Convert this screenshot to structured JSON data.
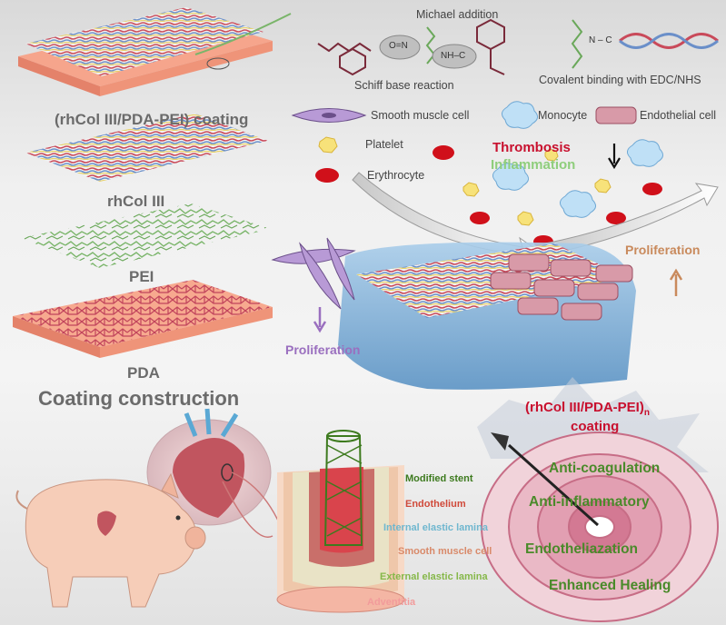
{
  "coating_stack": {
    "top_label": "(rhCol III/PDA-PEI) coating",
    "rhcol_label": "rhCol III",
    "pei_label": "PEI",
    "pda_label": "PDA",
    "title": "Coating construction"
  },
  "reactions": {
    "michael": "Michael addition",
    "schiff": "Schiff base reaction",
    "covalent": "Covalent binding with EDC/NHS",
    "nh_c": "NH–C",
    "o_n": "O=N",
    "n_c": "N – C"
  },
  "legend": {
    "smc": "Smooth muscle cell",
    "monocyte": "Monocyte",
    "endothelial": "Endothelial cell",
    "platelet": "Platelet",
    "erythrocyte": "Erythrocyte"
  },
  "effects": {
    "thrombosis": "Thrombosis",
    "inflammation": "Inflammation",
    "proliferation_right": "Proliferation",
    "proliferation_left": "Proliferation"
  },
  "stent": {
    "labels": [
      "Modified stent",
      "Endothelium",
      "Internal elastic lamina",
      "Smooth muscle cell",
      "External elastic lamina",
      "Adventitia"
    ]
  },
  "target": {
    "title": "(rhCol III/PDA-PEI)",
    "subscript": "n",
    "subtitle": "coating",
    "rings": [
      "Anti-coagulation",
      "Anti-inflammatory",
      "Endotheliazation",
      "Enhanced Healing"
    ]
  },
  "colors": {
    "red_title": "#c8102e",
    "green": "#5a9a2f",
    "proliferation_orange": "#c98a5c",
    "proliferation_purple": "#9a6fbf",
    "modified_stent": "#3d7a1e",
    "endothelium": "#d04a3a",
    "internal_lamina": "#6fb7cf",
    "smooth_muscle": "#d98a6a",
    "external_lamina": "#86b84a",
    "adventitia": "#f29b9b"
  }
}
